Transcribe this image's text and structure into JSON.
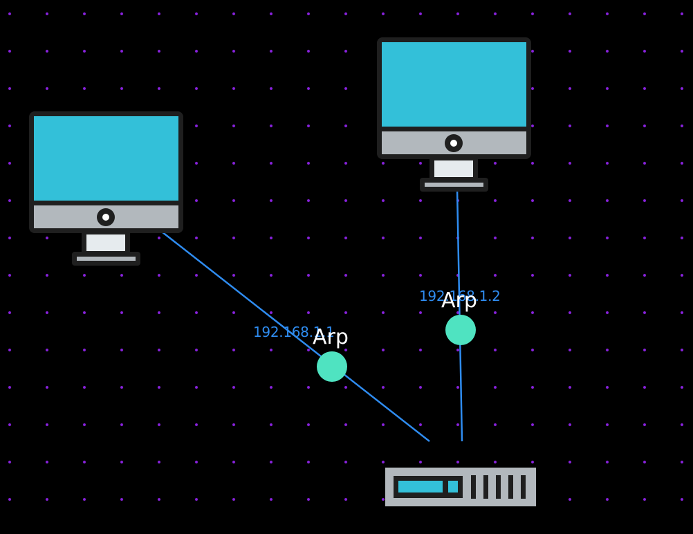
{
  "colors": {
    "background": "#000000",
    "grid_dot": "#8a22e0",
    "link": "#2f8cf0",
    "ip_text": "#2f8cf0",
    "packet": "#4fe3c1",
    "monitor_screen": "#33c0d9",
    "monitor_bezel": "#1f1f1f",
    "monitor_chin": "#b2b8bd",
    "switch_body": "#b2b8bd",
    "switch_port_fill": "#33c0d9"
  },
  "icons": {
    "host_left": "desktop-computer-icon",
    "host_right": "desktop-computer-icon",
    "switch": "network-switch-icon"
  },
  "links": [
    {
      "name": "link-host1-switch",
      "ip": "192.168.1.1",
      "packet": {
        "protocol": "Arp"
      }
    },
    {
      "name": "link-host2-switch",
      "ip": "192.168.1.2",
      "packet": {
        "protocol": "Arp"
      }
    }
  ]
}
